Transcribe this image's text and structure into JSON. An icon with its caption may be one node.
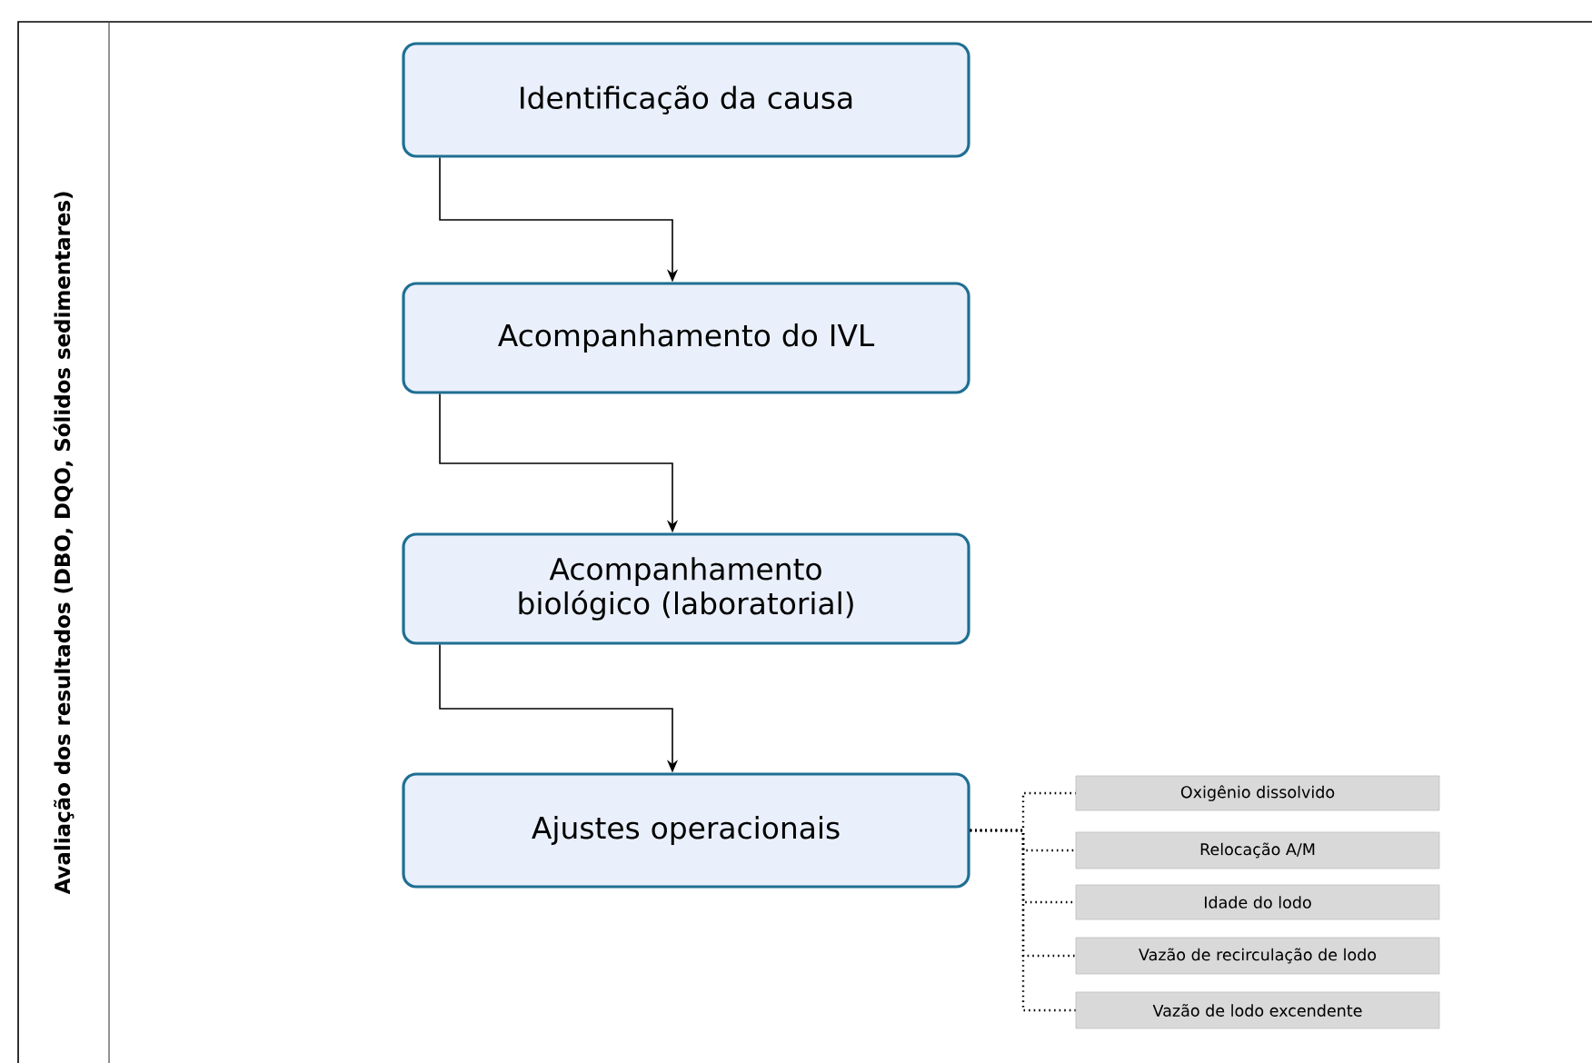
{
  "diagram": {
    "nodes": [
      {
        "text": [
          "Avaliação dos resultados (DBO, DQO, Sólidos sedimentares)"
        ]
      },
      {
        "text": [
          "Identificação da causa"
        ]
      },
      {
        "text": [
          "Acompanhamento do IVL"
        ]
      },
      {
        "text": [
          "Acompanhamento biológico (laboratorial)"
        ]
      },
      {
        "text": [
          "Ajustes operacionais"
        ]
      },
      {
        "text": [
          "Oxigênio dissolvido"
        ]
      },
      {
        "text": [
          "Relocação A/M"
        ]
      },
      {
        "text": [
          "Idade do lodo"
        ]
      },
      {
        "text": [
          "Vazão de recirculação de lodo"
        ]
      },
      {
        "text": [
          "Vazão de lodo excendente"
        ]
      }
    ],
    "edges": [
      {
        "from": 1,
        "to": 2,
        "arrow": "to"
      },
      {
        "from": 2,
        "to": 3,
        "arrow": "to"
      },
      {
        "from": 3,
        "to": 4,
        "arrow": "to"
      },
      {
        "from": 4,
        "to": 5,
        "arrow": "none",
        "style": "dashed"
      },
      {
        "from": 4,
        "to": 6,
        "arrow": "none",
        "style": "dashed"
      },
      {
        "from": 4,
        "to": 7,
        "arrow": "none",
        "style": "dashed"
      },
      {
        "from": 4,
        "to": 8,
        "arrow": "none",
        "style": "dashed"
      },
      {
        "from": 4,
        "to": 9,
        "arrow": "none",
        "style": "dashed"
      }
    ]
  }
}
